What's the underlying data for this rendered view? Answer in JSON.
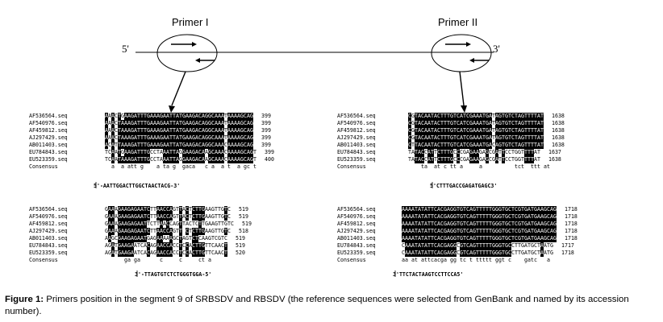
{
  "diagram": {
    "primer1_label": "Primer I",
    "primer2_label": "Primer II",
    "five_prime": "5'",
    "three_prime": "3'"
  },
  "blocks": [
    {
      "id": "tl",
      "rows": [
        {
          "name": "AF536564.seq",
          "seq": "AAACTGAAGATTTGAAAGAATTATGAAGACAGGCAAATAAAAGCAG",
          "pos": "399"
        },
        {
          "name": "AF540976.seq",
          "seq": "AAACTAAAGATTTGAAAGAATTATGAAGACAGGCAAATAAAAGCAG",
          "pos": "399"
        },
        {
          "name": "AF459812.seq",
          "seq": "AAACTAAAGATTTGAAAGAATTATGAAGACAGGCAAATAAAAGCAG",
          "pos": "399"
        },
        {
          "name": "AJ297429.seq",
          "seq": "AAACTAAAGATTTGAAAGAATTATGAAGACAGGCAAATAAAAGCAG",
          "pos": "399"
        },
        {
          "name": "AB011403.seq",
          "seq": "ACATTAAAGATTTGAAAGAATTATGAAGACAGGCAAACAAAAGCAG",
          "pos": "399"
        },
        {
          "name": "EU784843.seq",
          "seq": "TCAATGAAGATTTGCCTAAATTAGGAAGACAAGCAAACAAAAGCAGT",
          "pos": "399"
        },
        {
          "name": "EU523359.seq",
          "seq": "TCAATAAAGATTTGCCTAAATTAGGAAGACAAGCAAACAAAAGCAGT",
          "pos": "400"
        },
        {
          "name": "Consensus",
          "seq": "  a  a att g    a ta g  gaca   c a  a t  a gc t",
          "pos": ""
        }
      ],
      "primer": "5'-AATTGGACTTGGCTAACTACG-3'"
    },
    {
      "id": "tr",
      "rows": [
        {
          "name": "AF536564.seq",
          "seq": "CGTACAATACTTTGTCATCGAAATGATAGTGTCTAGTTTTAT",
          "pos": "1638"
        },
        {
          "name": "AF540976.seq",
          "seq": "CGTACAATACTTTGTCATCGAAATGATAGTGTCTAGTTTTAT",
          "pos": "1638"
        },
        {
          "name": "AF459812.seq",
          "seq": "CGTACAATACTTTGTCATCGAAATGATAGTGTCTAGTTTTAT",
          "pos": "1638"
        },
        {
          "name": "AJ297429.seq",
          "seq": "CGTACAATACTTTGTCATCGAAATGATAGTGTCTAGTTTTAT",
          "pos": "1638"
        },
        {
          "name": "AB011403.seq",
          "seq": "CTTACAATACTTTGTCATCGAAATGACAGTGTCTAGTTTTAT",
          "pos": "1638"
        },
        {
          "name": "EU784843.seq",
          "seq": "TATACCATTCTTTGCCCGAGAAGAGCGATTCCTGGTTTTAT",
          "pos": "1637"
        },
        {
          "name": "EU523359.seq",
          "seq": "TATACCATTCTTTGCCCGAGAAGAGCGATTCCTGGTTTTAT",
          "pos": "1638"
        },
        {
          "name": "Consensus",
          "seq": "    ta  at c tt a     a          tct  ttt at",
          "pos": ""
        }
      ],
      "primer": "5'CTTTGACCGAGATGAGC3'"
    },
    {
      "id": "bl",
      "rows": [
        {
          "name": "AF536564.seq",
          "seq": "GAAAGAAGAGAATCTTAACCAGTTACTCTTGAAGTTGTC",
          "pos": "519"
        },
        {
          "name": "AF540976.seq",
          "seq": "GAAAGAAGAGAATCTTAACCAGTTACTCTTGAAGTTGTC",
          "pos": "519"
        },
        {
          "name": "AF459812.seq",
          "seq": "GAAAGAAGAGAATTCTTAACCAGTTACTCTTGAAGTTGTC",
          "pos": "519"
        },
        {
          "name": "AJ297429.seq",
          "seq": "GAAAGAAGAGAATCTTAACCAGTT CTCTTGAAGTTGTC",
          "pos": "518"
        },
        {
          "name": "AB011403.seq",
          "seq": "AAGCGAAGAGAATGAGAAAAAGCTAGTCTCAAGTCGTC",
          "pos": "519"
        },
        {
          "name": "EU784843.seq",
          "seq": "AGATGAAGAATCACAGAACCACCTCCACTTGTTCAACT",
          "pos": "519"
        },
        {
          "name": "EU523359.seq",
          "seq": "AGATGAAGAATCACAGAACCACCTCCACTTGTTCAACT",
          "pos": "520"
        },
        {
          "name": "Consensus",
          "seq": "      ga ga      c     c     ct a",
          "pos": ""
        }
      ],
      "primer": "3'-TTAGTGTCTCTGGGTGGA-5'"
    },
    {
      "id": "br",
      "rows": [
        {
          "name": "AF536564.seq",
          "seq": "AAAATATATTCACGAGGTGTCAGTTTTTGGGTGCTCGTGATGAAGCAG",
          "pos": "1718"
        },
        {
          "name": "AF540976.seq",
          "seq": "AAAATATATTCACGAGGTGTCAGTTTTTGGGTGCTCGTGATGAAGCAG",
          "pos": "1718"
        },
        {
          "name": "AF459812.seq",
          "seq": "AAAATATATTCACGAGGTGTCAGTTTTTGGGTGCTCGTGATGAAGCAG",
          "pos": "1718"
        },
        {
          "name": "AJ297429.seq",
          "seq": "AAAATATATTCACGAGGTGTCAGTTTTTGGGTGCTCGTGATGAAGCAG",
          "pos": "1718"
        },
        {
          "name": "AB011403.seq",
          "seq": "AAAATATATTCACGAGGTGTCAGTTTTTGGGTGCTCGTGATGAAGCAG",
          "pos": "1718"
        },
        {
          "name": "EU784843.seq",
          "seq": "CAAATATATTCACGAGGCGTCAGTTTTTGGGTGCCTTGATGCTAATG",
          "pos": "1717"
        },
        {
          "name": "EU523359.seq",
          "seq": "CAAATATATTCACGAGGCGTCAGTTTTTGGGTGCCTTGATGCTAATG",
          "pos": "1718"
        },
        {
          "name": "Consensus",
          "seq": "aa at attcacga gg tc t ttttt ggt c    gatc   a",
          "pos": ""
        }
      ],
      "primer": "3'TTCTACTAAGTCCTTCCA5'"
    }
  ],
  "caption": {
    "figure_label": "Figure 1:",
    "text": " Primers position in the segment 9 of SRBSDV and RBSDV (the reference sequences were selected from GenBank and named by its accession number)."
  }
}
